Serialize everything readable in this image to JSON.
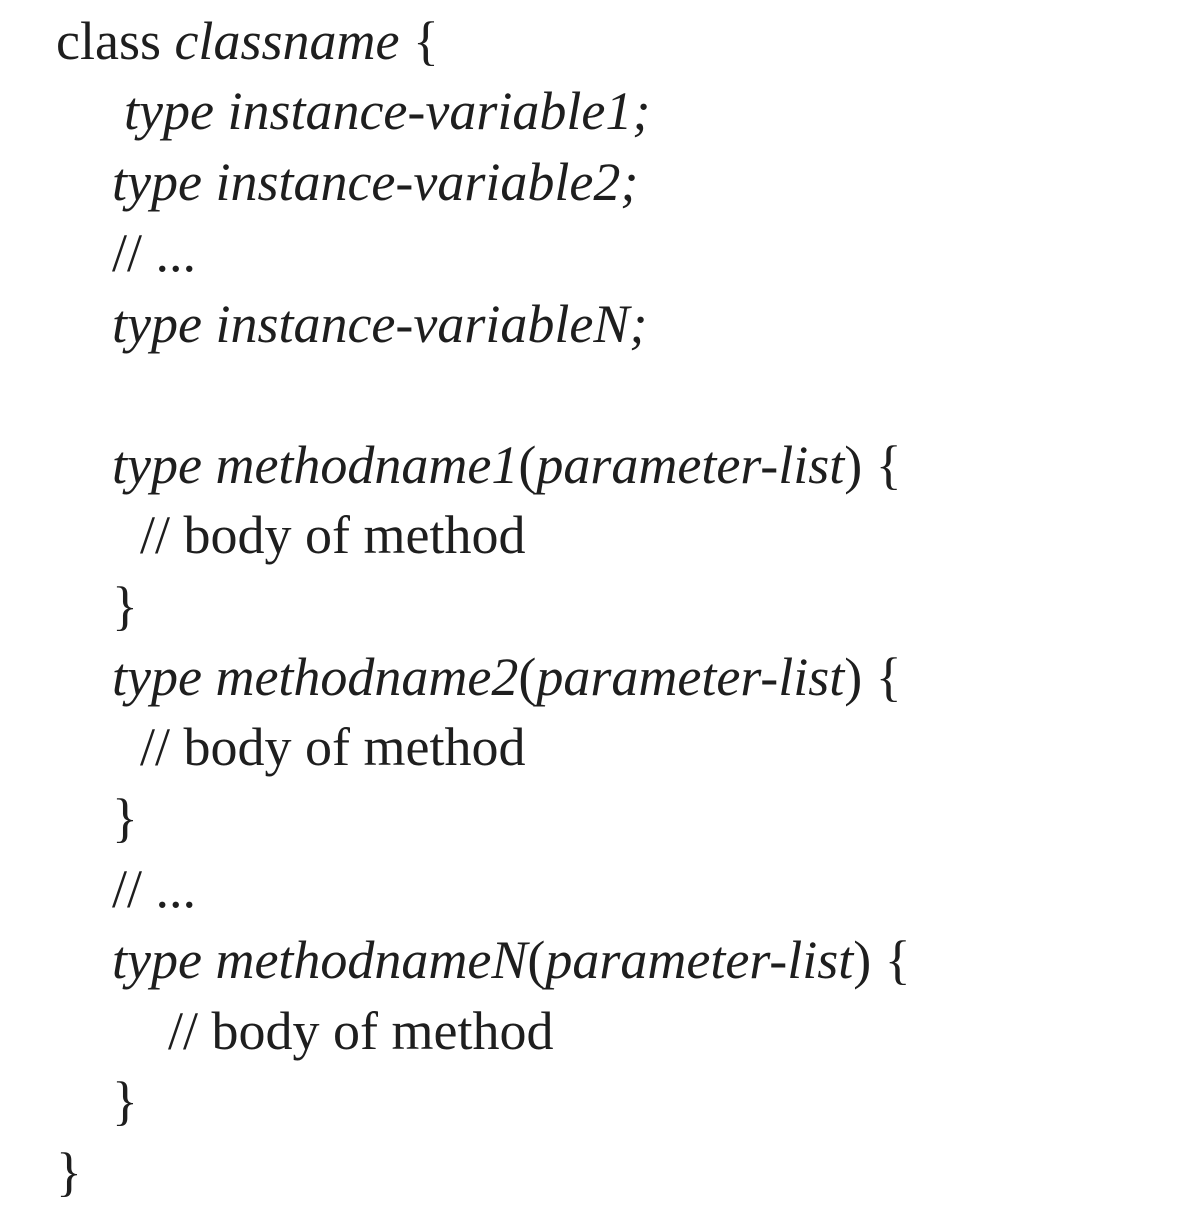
{
  "code": {
    "class_keyword": "class",
    "class_name": "classname",
    "class_open_brace": " {",
    "field_1": "type instance-variable1;",
    "field_2": "type instance-variable2;",
    "field_ellipsis": "// ...",
    "field_n": "type instance-variableN;",
    "method_1": {
      "type": "type",
      "name": "methodname1",
      "open_paren": "(",
      "params": "parameter-list",
      "close": ") {",
      "body": "// body of method",
      "closing_brace": "}"
    },
    "method_2": {
      "type": "type",
      "name": "methodname2",
      "open_paren": "(",
      "params": "parameter-list",
      "close": ") {",
      "body": "// body of method",
      "closing_brace": "}"
    },
    "method_ellipsis": "// ...",
    "method_n": {
      "type": "type",
      "name": "methodnameN",
      "open_paren": "(",
      "params": "parameter-list",
      "close": ") {",
      "body": "// body of method",
      "closing_brace": "}"
    },
    "class_close_brace": "}"
  }
}
